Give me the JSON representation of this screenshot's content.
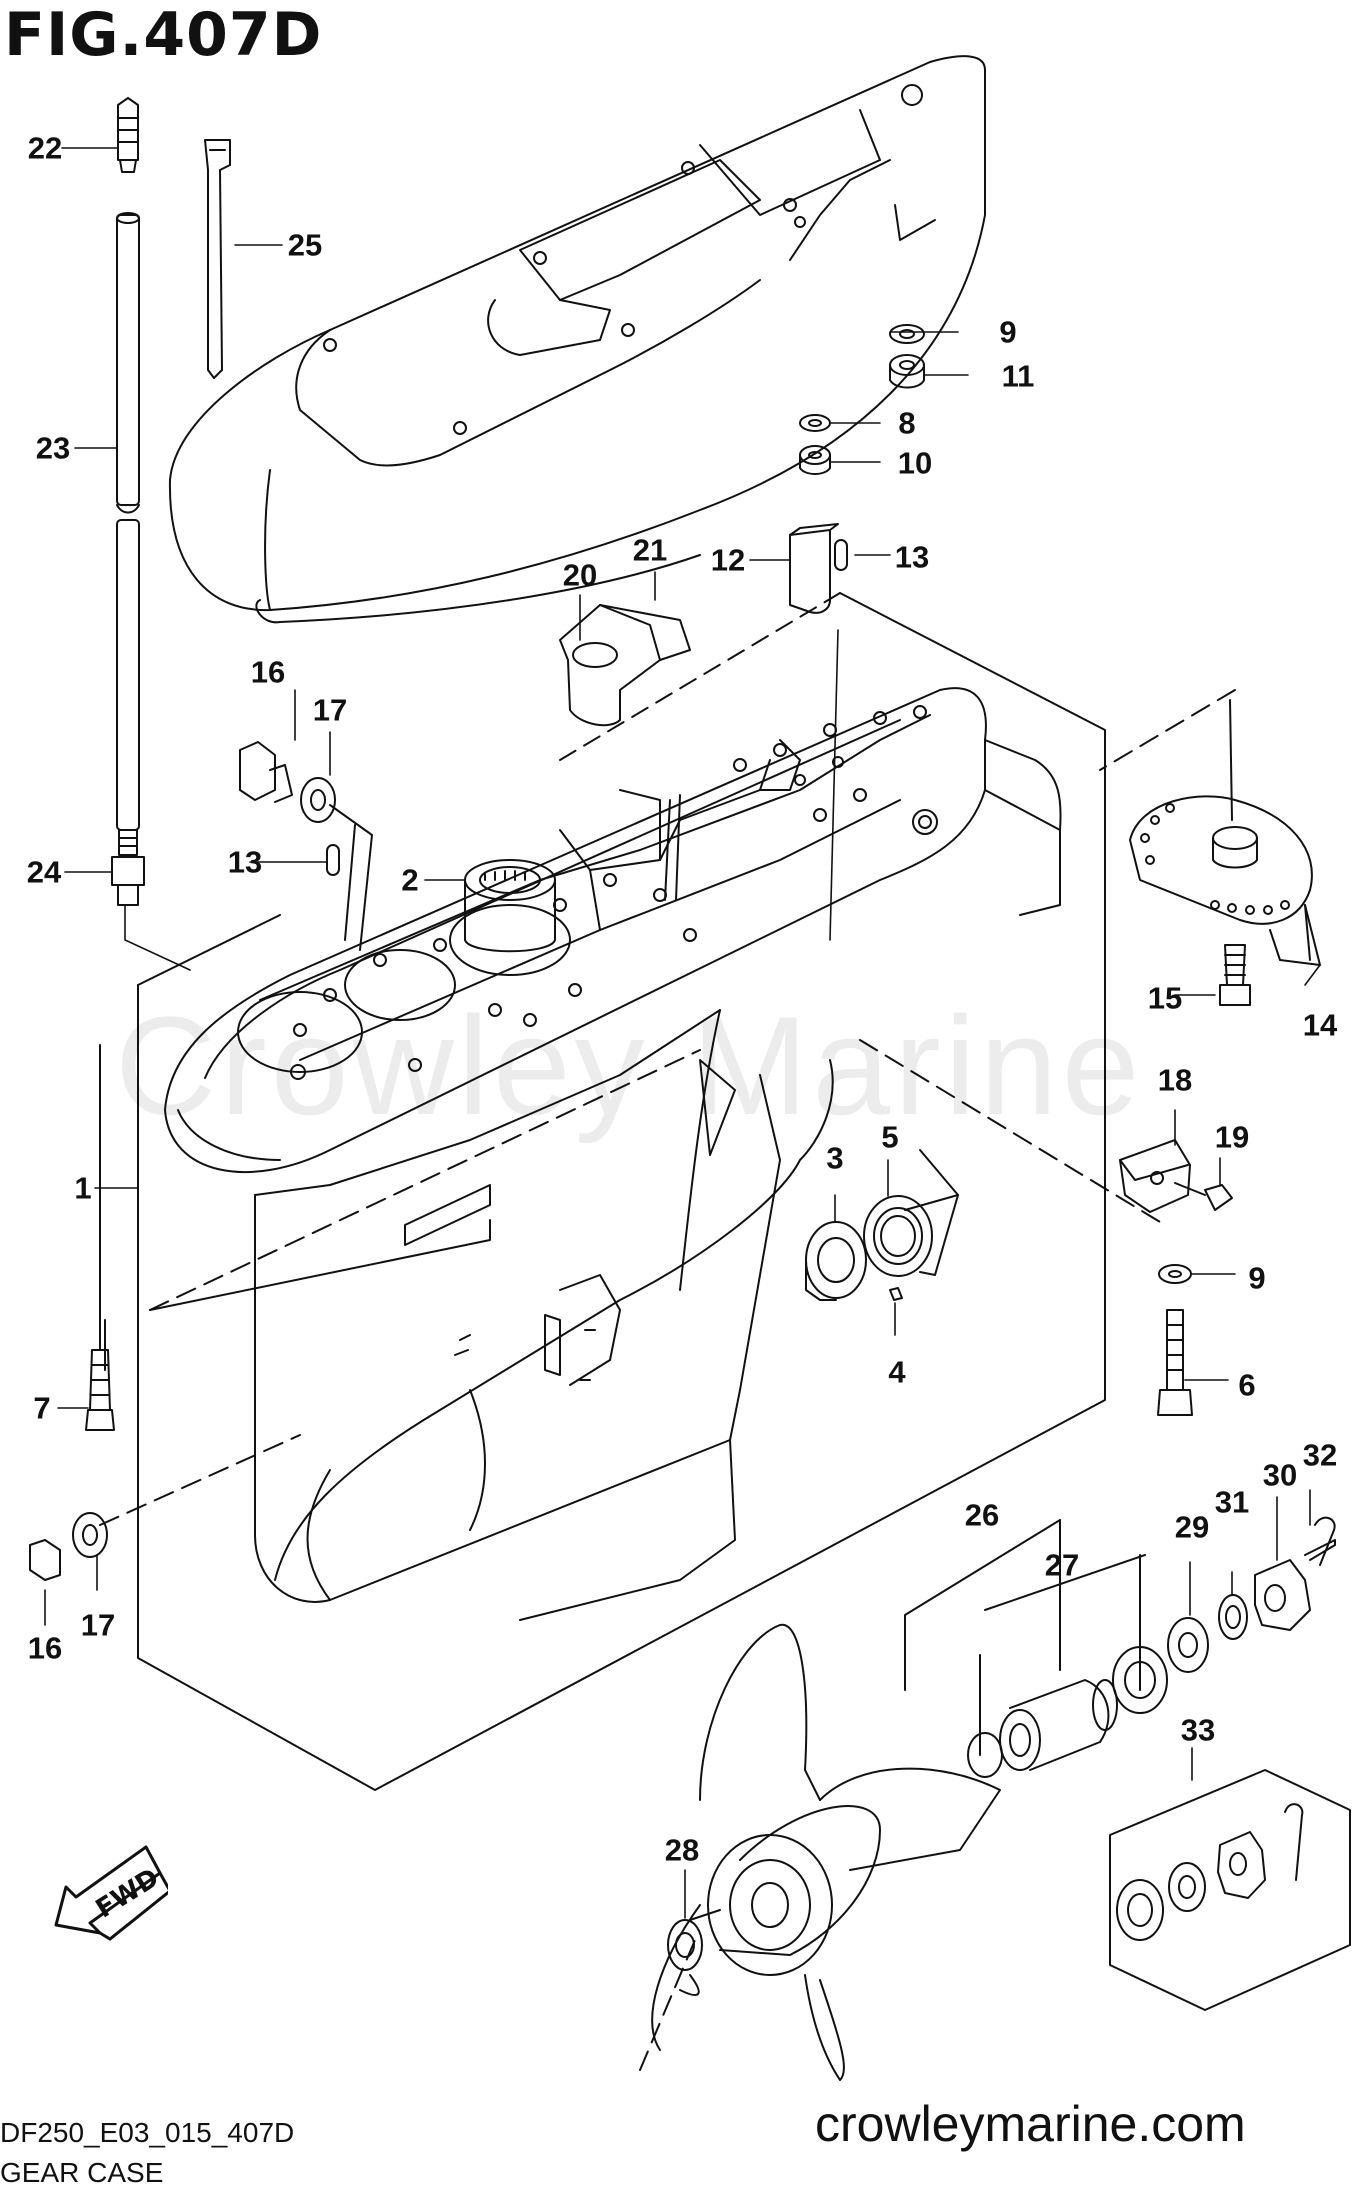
{
  "figure": {
    "title": "FIG.407D",
    "drawing_code": "DF250_E03_015_407D",
    "drawing_name": "GEAR CASE",
    "website": "crowleymarine.com",
    "watermark": "Crowley Marine",
    "fwd_label": "FWD"
  },
  "callouts": [
    {
      "id": "1",
      "label": "1"
    },
    {
      "id": "2",
      "label": "2"
    },
    {
      "id": "3",
      "label": "3"
    },
    {
      "id": "4",
      "label": "4"
    },
    {
      "id": "5",
      "label": "5"
    },
    {
      "id": "6",
      "label": "6"
    },
    {
      "id": "7",
      "label": "7"
    },
    {
      "id": "8",
      "label": "8"
    },
    {
      "id": "9a",
      "label": "9"
    },
    {
      "id": "9b",
      "label": "9"
    },
    {
      "id": "10",
      "label": "10"
    },
    {
      "id": "11",
      "label": "11"
    },
    {
      "id": "12",
      "label": "12"
    },
    {
      "id": "13a",
      "label": "13"
    },
    {
      "id": "13b",
      "label": "13"
    },
    {
      "id": "14",
      "label": "14"
    },
    {
      "id": "15",
      "label": "15"
    },
    {
      "id": "16a",
      "label": "16"
    },
    {
      "id": "16b",
      "label": "16"
    },
    {
      "id": "17a",
      "label": "17"
    },
    {
      "id": "17b",
      "label": "17"
    },
    {
      "id": "18",
      "label": "18"
    },
    {
      "id": "19",
      "label": "19"
    },
    {
      "id": "20",
      "label": "20"
    },
    {
      "id": "21",
      "label": "21"
    },
    {
      "id": "22",
      "label": "22"
    },
    {
      "id": "23",
      "label": "23"
    },
    {
      "id": "24",
      "label": "24"
    },
    {
      "id": "25",
      "label": "25"
    },
    {
      "id": "26",
      "label": "26"
    },
    {
      "id": "27",
      "label": "27"
    },
    {
      "id": "28",
      "label": "28"
    },
    {
      "id": "29",
      "label": "29"
    },
    {
      "id": "30",
      "label": "30"
    },
    {
      "id": "31",
      "label": "31"
    },
    {
      "id": "32",
      "label": "32"
    },
    {
      "id": "33",
      "label": "33"
    }
  ]
}
